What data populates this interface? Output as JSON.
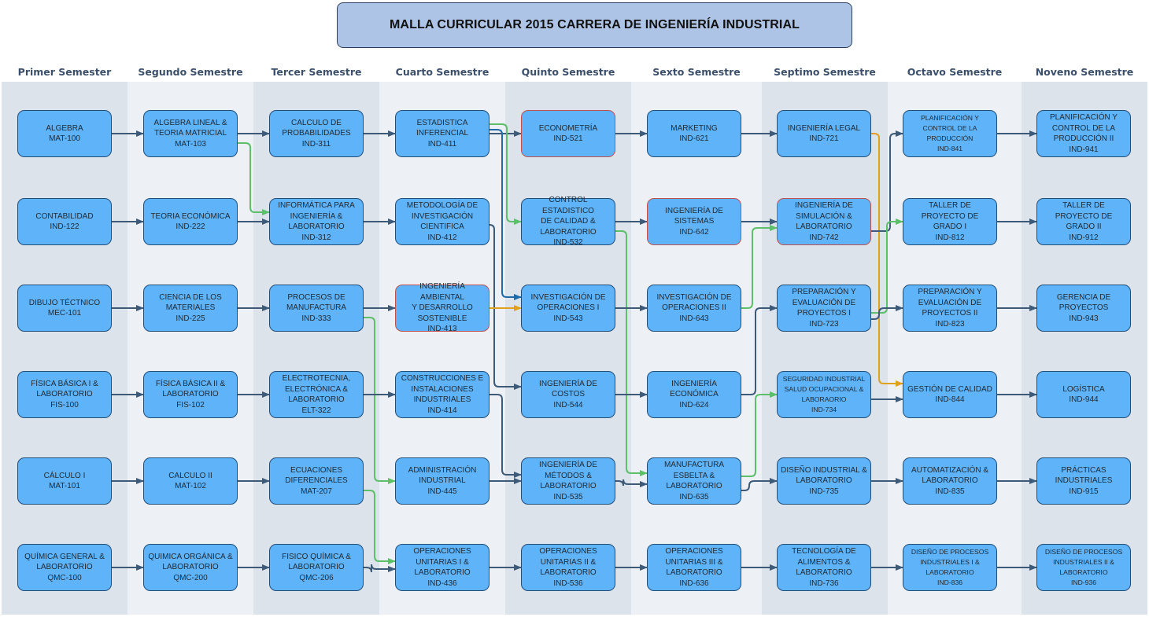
{
  "title": "MALLA CURRICULAR 2015 CARRERA DE INGENIERÍA INDUSTRIAL",
  "colors": {
    "course_fill": "#5fb3f9",
    "course_border": "#1f4e79",
    "highlight_border": "#c0504d",
    "arrow_dark": "#3d5a78",
    "arrow_green": "#5cbf6a",
    "arrow_orange": "#e0a21e",
    "arrow_blue": "#1f6aa8",
    "column_dark": "#dde3ea",
    "column_light": "#edf1f5"
  },
  "semesters": [
    {
      "label": "Primer Semester",
      "courses": [
        {
          "name": "ALGEBRA",
          "code": "MAT-100"
        },
        {
          "name": "CONTABILIDAD",
          "code": "IND-122"
        },
        {
          "name": "DIBUJO TÉCTNICO",
          "code": "MEC-101"
        },
        {
          "name": "FÍSICA BÁSICA I &\nLABORATORIO",
          "code": "FIS-100"
        },
        {
          "name": "CÁLCULO I",
          "code": "MAT-101"
        },
        {
          "name": "QUÍMICA GENERAL &\nLABORATORIO",
          "code": "QMC-100"
        }
      ]
    },
    {
      "label": "Segundo Semestre",
      "courses": [
        {
          "name": "ALGEBRA LINEAL &\nTEORIA MATRICIAL",
          "code": "MAT-103"
        },
        {
          "name": "TEORIA ECONÓMICA",
          "code": "IND-222"
        },
        {
          "name": "CIENCIA DE LOS\nMATERIALES",
          "code": "IND-225"
        },
        {
          "name": "FÍSICA BÁSICA II &\nLABORATORIO",
          "code": "FIS-102"
        },
        {
          "name": "CALCULO II",
          "code": "MAT-102"
        },
        {
          "name": "QUIMICA ORGÁNICA &\nLABORATORIO",
          "code": "QMC-200"
        }
      ]
    },
    {
      "label": "Tercer Semestre",
      "courses": [
        {
          "name": "CALCULO DE\nPROBABILIDADES",
          "code": "IND-311"
        },
        {
          "name": "INFORMÁTICA PARA\nINGENIERÍA &\nLABORATORIO",
          "code": "IND-312"
        },
        {
          "name": "PROCESOS DE\nMANUFACTURA",
          "code": "IND-333"
        },
        {
          "name": "ELECTROTECNIA,\nELECTRÓNICA &\nLABORATORIO",
          "code": "ELT-322"
        },
        {
          "name": "ECUACIONES\nDIFERENCIALES",
          "code": "MAT-207"
        },
        {
          "name": "FISICO QUÍMICA &\nLABORATORIO",
          "code": "QMC-206"
        }
      ]
    },
    {
      "label": "Cuarto Semestre",
      "courses": [
        {
          "name": "ESTADISTICA\nINFERENCIAL",
          "code": "IND-411"
        },
        {
          "name": "METODOLOGÍA DE\nINVESTIGACIÓN\nCIENTIFICA",
          "code": "IND-412"
        },
        {
          "name": "INGENIERÍA AMBIENTAL\nY DESARROLLO\nSOSTENIBLE",
          "code": "IND-413",
          "highlight": true
        },
        {
          "name": "CONSTRUCCIONES E\nINSTALACIONES\nINDUSTRIALES",
          "code": "IND-414"
        },
        {
          "name": "ADMINISTRACIÓN\nINDUSTRIAL",
          "code": "IND-445"
        },
        {
          "name": "OPERACIONES\nUNITARIAS I &\nLABORATORIO",
          "code": "IND-436"
        }
      ]
    },
    {
      "label": "Quinto Semestre",
      "courses": [
        {
          "name": "ECONOMETRÍA",
          "code": "IND-521",
          "highlight": true
        },
        {
          "name": "CONTROL ESTADISTICO\nDE CALIDAD &\nLABORATORIO",
          "code": "IND-532"
        },
        {
          "name": "INVESTIGACIÓN DE\nOPERACIONES I",
          "code": "IND-543"
        },
        {
          "name": "INGENIERÍA DE\nCOSTOS",
          "code": "IND-544"
        },
        {
          "name": "INGENIERÍA DE\nMÉTODOS &\nLABORATORIO",
          "code": "IND-535"
        },
        {
          "name": "OPERACIONES\nUNITARIAS II &\nLABORATORIO",
          "code": "IND-536"
        }
      ]
    },
    {
      "label": "Sexto Semestre",
      "courses": [
        {
          "name": "MARKETING",
          "code": "IND-621"
        },
        {
          "name": "INGENIERÍA DE\nSISTEMAS",
          "code": "IND-642",
          "highlight": true
        },
        {
          "name": "INVESTIGACIÓN DE\nOPERACIONES II",
          "code": "IND-643"
        },
        {
          "name": "INGENIERÍA\nECONÓMICA",
          "code": "IND-624"
        },
        {
          "name": "MANUFACTURA\nESBELTA &\nLABORATORIO",
          "code": "IND-635"
        },
        {
          "name": "OPERACIONES\nUNITARIAS III &\nLABORATORIO",
          "code": "IND-636"
        }
      ]
    },
    {
      "label": "Septimo Semestre",
      "courses": [
        {
          "name": "INGENIERÍA LEGAL",
          "code": "IND-721"
        },
        {
          "name": "INGENIERÍA DE\nSIMULACIÓN &\nLABORATORIO",
          "code": "IND-742",
          "highlight": true
        },
        {
          "name": "PREPARACIÓN Y\nEVALUACIÓN DE\nPROYECTOS I",
          "code": "IND-723"
        },
        {
          "name": "SEGURIDAD INDUSTRIAL\nSALUD OCUPACIONAL &\nLABORAORIO",
          "code": "IND-734",
          "small": true
        },
        {
          "name": "DISEÑO INDUSTRIAL &\nLABORATORIO",
          "code": "IND-735"
        },
        {
          "name": "TECNOLOGÍA DE\nALIMENTOS &\nLABORATORIO",
          "code": "IND-736"
        }
      ]
    },
    {
      "label": "Octavo Semestre",
      "courses": [
        {
          "name": "PLANIFICACIÓN Y\nCONTROL DE LA\nPRODUCCIÓN",
          "code": "IND-841",
          "small": true
        },
        {
          "name": "TALLER DE\nPROYECTO DE\nGRADO I",
          "code": "IND-812"
        },
        {
          "name": "PREPARACIÓN Y\nEVALUACIÓN DE\nPROYECTOS II",
          "code": "IND-823"
        },
        {
          "name": "GESTIÓN DE CALIDAD",
          "code": "IND-844"
        },
        {
          "name": "AUTOMATIZACIÓN &\nLABORATORIO",
          "code": "IND-835"
        },
        {
          "name": "DISEÑO DE PROCESOS\nINDUSTRIALES I &\nLABORATORIO",
          "code": "IND-836",
          "small": true
        }
      ]
    },
    {
      "label": "Noveno Semestre",
      "courses": [
        {
          "name": "PLANIFICACIÓN Y\nCONTROL DE LA\nPRODUCCIÓN II",
          "code": "IND-941"
        },
        {
          "name": "TALLER DE\nPROYECTO DE\nGRADO II",
          "code": "IND-912"
        },
        {
          "name": "GERENCIA DE\nPROYECTOS",
          "code": "IND-943"
        },
        {
          "name": "LOGÍSTICA",
          "code": "IND-944"
        },
        {
          "name": "PRÁCTICAS\nINDUSTRIALES",
          "code": "IND-915"
        },
        {
          "name": "DISEÑO DE PROCESOS\nINDUSTRIALES II &\nLABORATORIO",
          "code": "IND-936",
          "small": true
        }
      ]
    }
  ],
  "prerequisites": [
    {
      "from": "MAT-100",
      "to": "MAT-103",
      "color": "dark"
    },
    {
      "from": "MAT-103",
      "to": "IND-311",
      "color": "dark"
    },
    {
      "from": "MAT-103",
      "to": "IND-312",
      "color": "green"
    },
    {
      "from": "IND-311",
      "to": "IND-411",
      "color": "dark"
    },
    {
      "from": "IND-411",
      "to": "IND-521",
      "color": "dark"
    },
    {
      "from": "IND-411",
      "to": "IND-532",
      "color": "green"
    },
    {
      "from": "IND-411",
      "to": "IND-543",
      "color": "blue"
    },
    {
      "from": "IND-521",
      "to": "IND-621",
      "color": "dark"
    },
    {
      "from": "IND-621",
      "to": "IND-721",
      "color": "dark"
    },
    {
      "from": "IND-721",
      "to": "IND-844",
      "color": "orange"
    },
    {
      "from": "IND-841",
      "to": "IND-941",
      "color": "dark"
    },
    {
      "from": "IND-122",
      "to": "IND-222",
      "color": "dark"
    },
    {
      "from": "IND-222",
      "to": "IND-312",
      "color": "dark"
    },
    {
      "from": "IND-312",
      "to": "IND-412",
      "color": "dark"
    },
    {
      "from": "IND-412",
      "to": "IND-544",
      "color": "dark"
    },
    {
      "from": "IND-532",
      "to": "IND-642",
      "color": "dark"
    },
    {
      "from": "IND-532",
      "to": "IND-635",
      "color": "green"
    },
    {
      "from": "IND-642",
      "to": "IND-742",
      "color": "dark"
    },
    {
      "from": "IND-742",
      "to": "IND-841",
      "color": "dark"
    },
    {
      "from": "IND-812",
      "to": "IND-912",
      "color": "dark"
    },
    {
      "from": "MEC-101",
      "to": "IND-225",
      "color": "dark"
    },
    {
      "from": "IND-225",
      "to": "IND-333",
      "color": "dark"
    },
    {
      "from": "IND-333",
      "to": "IND-413",
      "color": "dark"
    },
    {
      "from": "IND-333",
      "to": "IND-445",
      "color": "green"
    },
    {
      "from": "IND-413",
      "to": "IND-543",
      "color": "orange"
    },
    {
      "from": "IND-543",
      "to": "IND-643",
      "color": "dark"
    },
    {
      "from": "IND-643",
      "to": "IND-742",
      "color": "green"
    },
    {
      "from": "IND-723",
      "to": "IND-812",
      "color": "green"
    },
    {
      "from": "IND-723",
      "to": "IND-823",
      "color": "dark"
    },
    {
      "from": "IND-823",
      "to": "IND-943",
      "color": "dark"
    },
    {
      "from": "FIS-100",
      "to": "FIS-102",
      "color": "dark"
    },
    {
      "from": "FIS-102",
      "to": "ELT-322",
      "color": "dark"
    },
    {
      "from": "ELT-322",
      "to": "IND-414",
      "color": "dark"
    },
    {
      "from": "IND-414",
      "to": "IND-535",
      "color": "dark"
    },
    {
      "from": "IND-544",
      "to": "IND-624",
      "color": "dark"
    },
    {
      "from": "IND-624",
      "to": "IND-723",
      "color": "dark"
    },
    {
      "from": "IND-734",
      "to": "IND-844",
      "color": "dark"
    },
    {
      "from": "IND-844",
      "to": "IND-944",
      "color": "dark"
    },
    {
      "from": "MAT-101",
      "to": "MAT-102",
      "color": "dark"
    },
    {
      "from": "MAT-102",
      "to": "MAT-207",
      "color": "dark"
    },
    {
      "from": "MAT-207",
      "to": "IND-436",
      "color": "green"
    },
    {
      "from": "IND-445",
      "to": "IND-535",
      "color": "dark"
    },
    {
      "from": "IND-535",
      "to": "IND-635",
      "color": "dark"
    },
    {
      "from": "IND-635",
      "to": "IND-734",
      "color": "green"
    },
    {
      "from": "IND-635",
      "to": "IND-735",
      "color": "dark"
    },
    {
      "from": "IND-735",
      "to": "IND-835",
      "color": "dark"
    },
    {
      "from": "IND-835",
      "to": "IND-915",
      "color": "dark"
    },
    {
      "from": "QMC-100",
      "to": "QMC-200",
      "color": "dark"
    },
    {
      "from": "QMC-200",
      "to": "QMC-206",
      "color": "dark"
    },
    {
      "from": "QMC-206",
      "to": "IND-436",
      "color": "dark"
    },
    {
      "from": "IND-436",
      "to": "IND-536",
      "color": "dark"
    },
    {
      "from": "IND-536",
      "to": "IND-636",
      "color": "dark"
    },
    {
      "from": "IND-636",
      "to": "IND-736",
      "color": "dark"
    },
    {
      "from": "IND-736",
      "to": "IND-836",
      "color": "dark"
    },
    {
      "from": "IND-836",
      "to": "IND-936",
      "color": "dark"
    }
  ]
}
